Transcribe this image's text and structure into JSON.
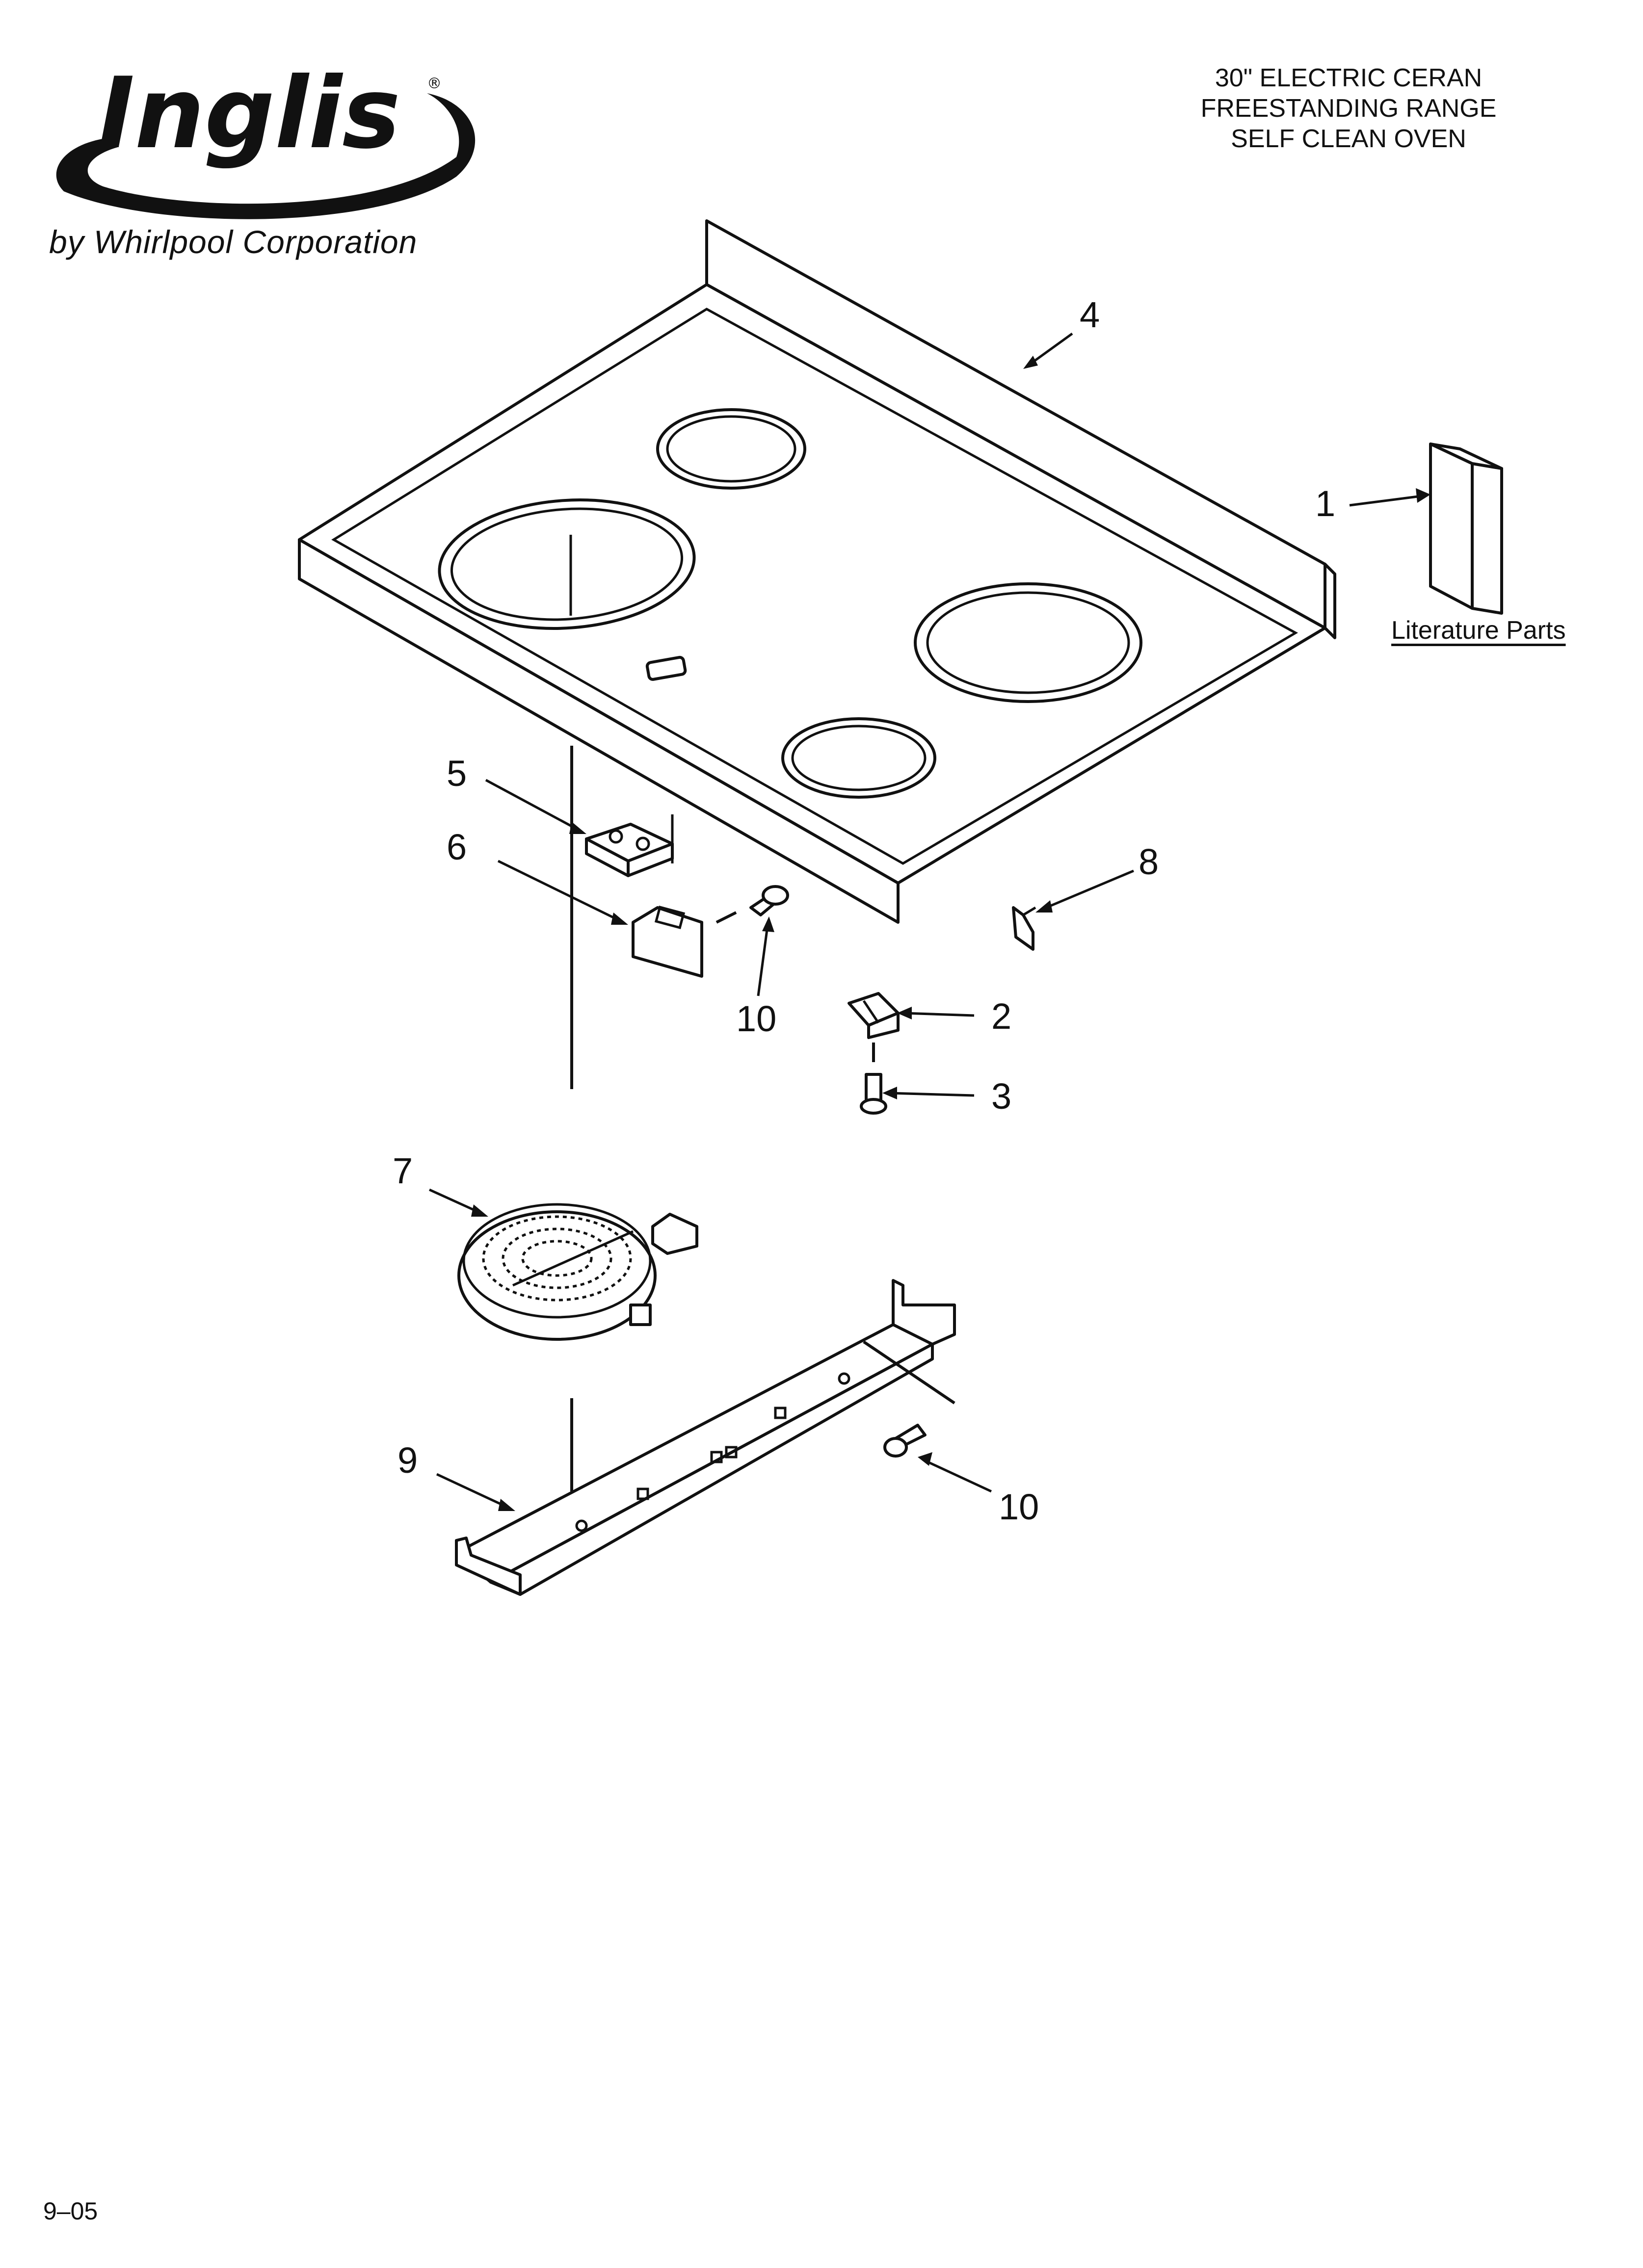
{
  "brand": {
    "logo_text": "Inglis",
    "registered_mark": "®",
    "tagline": "by Whirlpool Corporation"
  },
  "title": {
    "lines": [
      "30\" ELECTRIC CERAN",
      "FREESTANDING RANGE",
      "SELF CLEAN OVEN"
    ]
  },
  "literature": {
    "label": "Literature Parts"
  },
  "callouts": {
    "c1": "1",
    "c2": "2",
    "c3": "3",
    "c4": "4",
    "c5": "5",
    "c6": "6",
    "c7": "7",
    "c8": "8",
    "c9": "9",
    "c10a": "10",
    "c10b": "10"
  },
  "footer": {
    "code": "9–05"
  },
  "icons": {
    "cooktop": "cooktop-glass-icon",
    "literature": "literature-parts-icon",
    "element": "radiant-element-icon",
    "bracket": "support-bracket-icon"
  }
}
